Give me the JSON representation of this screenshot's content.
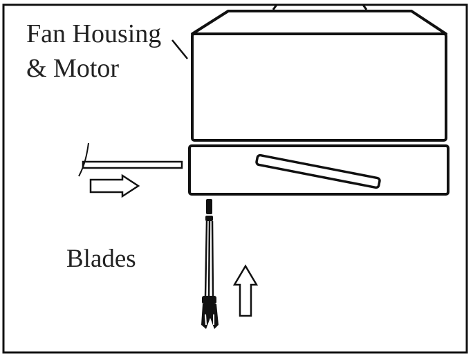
{
  "labels": {
    "housing_line1": "Fan Housing",
    "housing_line2": "& Motor",
    "blades": "Blades"
  },
  "colors": {
    "stroke": "#111111",
    "text": "#222222",
    "background": "#ffffff"
  }
}
